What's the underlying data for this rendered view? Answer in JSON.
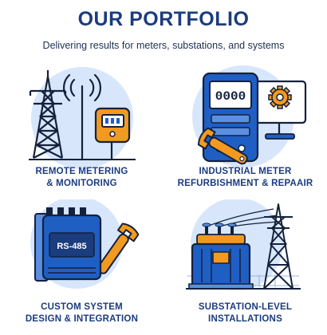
{
  "header": {
    "title": "OUR PORTFOLIO",
    "subtitle": "Delivering results for meters, substations, and systems"
  },
  "cards": [
    {
      "line1": "REMOTE METERING",
      "line2": "& MONITORING",
      "icon": "transmission-tower-meter"
    },
    {
      "line1": "INDUSTRIAL METER",
      "line2": "REFURBISHMENT & REPAAIR",
      "icon": "meter-monitor-wrench"
    },
    {
      "line1": "CUSTOM SYSTEM",
      "line2": "DESIGN & INTEGRATION",
      "icon": "rs485-module-wrench",
      "module_label": "RS-485"
    },
    {
      "line1": "SUBSTATION-LEVEL",
      "line2": "INSTALLATIONS",
      "icon": "substation-transformer"
    }
  ],
  "meter_readout": "0000",
  "colors": {
    "navy": "#1b3c7d",
    "blue": "#1f5fc4",
    "light_blue": "#d7e6fb",
    "orange": "#f29a1f"
  }
}
